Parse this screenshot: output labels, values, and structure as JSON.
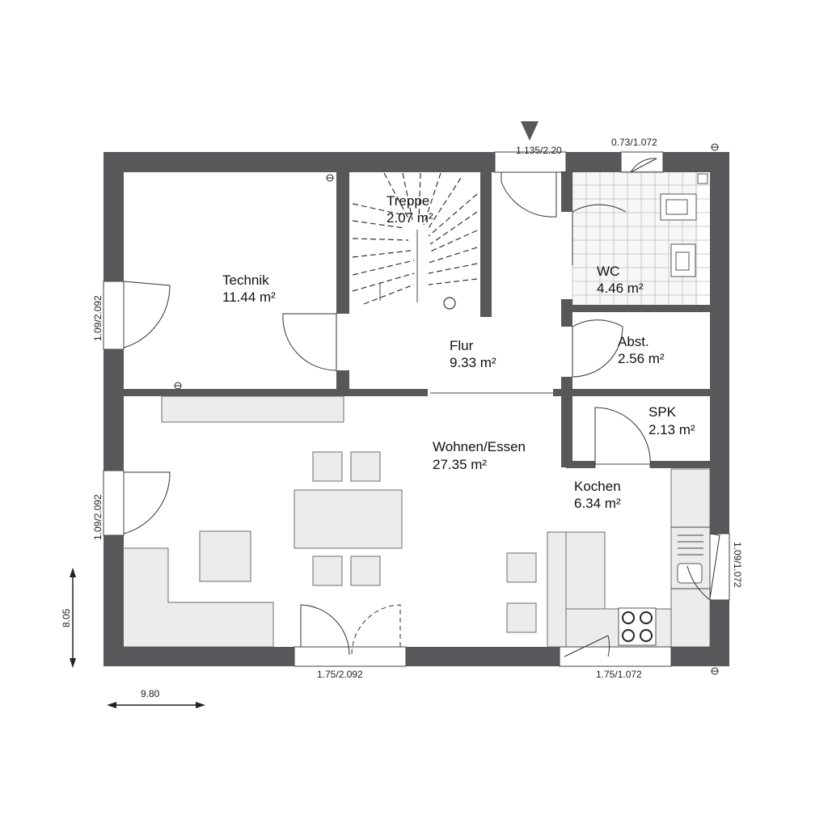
{
  "rooms": {
    "technik": {
      "name": "Technik",
      "area": "11.44 m²"
    },
    "treppe": {
      "name": "Treppe",
      "area": "2.07 m²"
    },
    "flur": {
      "name": "Flur",
      "area": "9.33 m²"
    },
    "wc": {
      "name": "WC",
      "area": "4.46 m²"
    },
    "abst": {
      "name": "Abst.",
      "area": "2.56 m²"
    },
    "spk": {
      "name": "SPK",
      "area": "2.13 m²"
    },
    "wohnen": {
      "name": "Wohnen/Essen",
      "area": "27.35 m²"
    },
    "kochen": {
      "name": "Kochen",
      "area": "6.34 m²"
    }
  },
  "dimensions": {
    "entrance_door": "1.135/2.20",
    "wc_window": "0.73/1.072",
    "technik_window": "1.09/2.092",
    "living_window_left": "1.09/2.092",
    "kitchen_window_right": "1.09/1.072",
    "terrace_door": "1.75/2.092",
    "kitchen_window_bottom": "1.75/1.072",
    "overall_depth": "8.05",
    "overall_width": "9.80"
  },
  "colors": {
    "wall": "#58585a",
    "furniture": "#ececec"
  }
}
